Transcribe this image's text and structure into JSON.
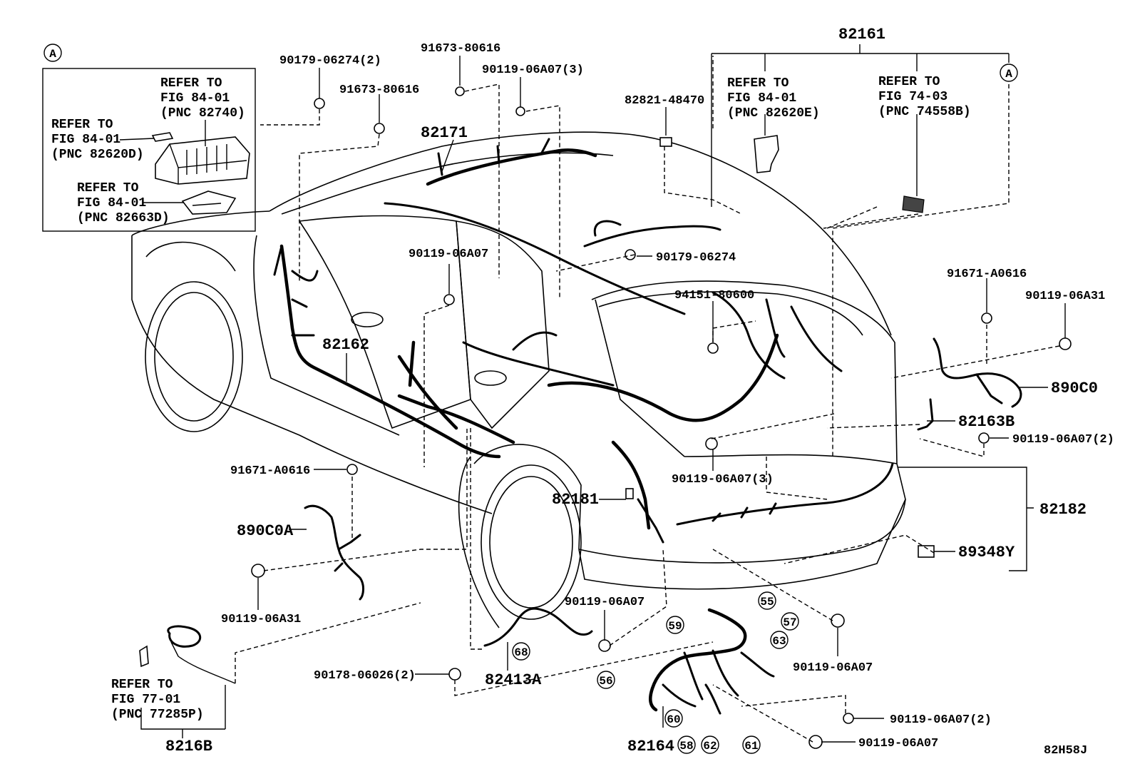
{
  "diagram": {
    "code": "82H58J",
    "inset_marker": "A",
    "inset_notes": [
      {
        "lines": [
          "REFER TO",
          "FIG 84-01",
          "(PNC 82740)"
        ]
      },
      {
        "lines": [
          "REFER TO",
          "FIG 84-01",
          "(PNC 82620D)"
        ]
      },
      {
        "lines": [
          "REFER TO",
          "FIG 84-01",
          "(PNC 82663D)"
        ]
      }
    ],
    "top_notes": [
      {
        "lines": [
          "REFER TO",
          "FIG 84-01",
          "(PNC 82620E)"
        ]
      },
      {
        "lines": [
          "REFER TO",
          "FIG 74-03",
          "(PNC 74558B)"
        ]
      }
    ],
    "bottom_note": {
      "lines": [
        "REFER TO",
        "FIG 77-01",
        "(PNC 77285P)"
      ]
    },
    "part_labels": [
      "82161",
      "82171",
      "82162",
      "82181",
      "82182",
      "82164",
      "82413A",
      "8216B",
      "890C0",
      "890C0A",
      "82163B",
      "89348Y",
      "90179-06274(2)",
      "91673-80616",
      "91673-80616",
      "90119-06A07(3)",
      "82821-48470",
      "90119-06A07",
      "90179-06274",
      "94151-80600",
      "91671-A0616",
      "90119-06A31",
      "90119-06A07(2)",
      "90119-06A07(3)",
      "91671-A0616",
      "90119-06A31",
      "90119-06A07",
      "90178-06026(2)",
      "90119-06A07",
      "90119-06A07(2)",
      "90119-06A07"
    ],
    "callouts": [
      "55",
      "57",
      "59",
      "63",
      "56",
      "60",
      "58",
      "62",
      "61",
      "68",
      "A"
    ]
  }
}
